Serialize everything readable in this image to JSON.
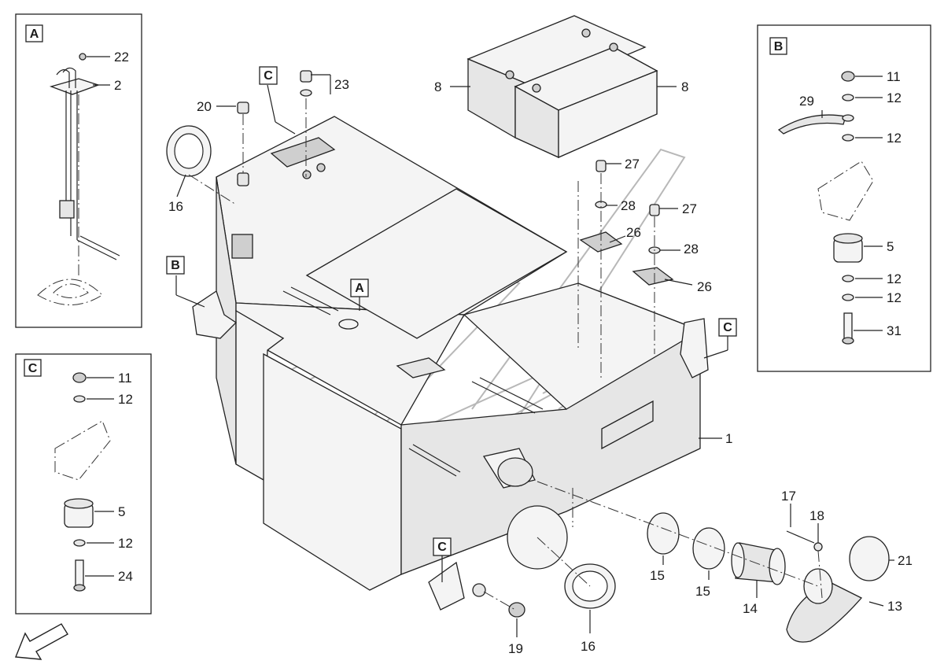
{
  "diagram": {
    "inset_a": {
      "tag": "A",
      "callouts": [
        "22",
        "2"
      ]
    },
    "inset_c": {
      "tag": "C",
      "callouts": [
        "11",
        "12",
        "5",
        "12",
        "24"
      ]
    },
    "inset_b": {
      "tag": "B",
      "callouts": [
        "11",
        "12",
        "29",
        "12",
        "5",
        "12",
        "12",
        "31"
      ]
    },
    "main_tags": {
      "c_top": "C",
      "b_left": "B",
      "a_mid": "A",
      "c_right": "C",
      "c_bottom": "C"
    },
    "callouts": {
      "p23": "23",
      "p20": "20",
      "p16_top": "16",
      "p8_left": "8",
      "p8_right": "8",
      "p27_a": "27",
      "p28_a": "28",
      "p27_b": "27",
      "p26_a": "26",
      "p28_b": "28",
      "p26_b": "26",
      "p1": "1",
      "p17": "17",
      "p18": "18",
      "p21": "21",
      "p15_a": "15",
      "p15_b": "15",
      "p14": "14",
      "p13": "13",
      "p16_bottom": "16",
      "p19": "19"
    },
    "icons": [
      "direction-arrow-icon"
    ]
  }
}
